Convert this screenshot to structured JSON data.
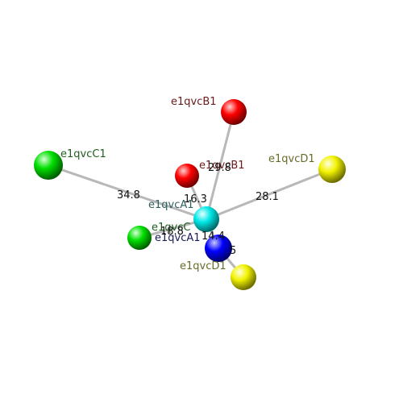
{
  "viewer": {
    "atoms": [
      {
        "key": "cyanA1",
        "label": "e1qvcA1",
        "color": "#00e8e8",
        "label_color": "#2f5f5f"
      },
      {
        "key": "redB1_top",
        "label": "e1qvcB1",
        "color": "#ff0000",
        "label_color": "#6a1a1a"
      },
      {
        "key": "greenC1_left",
        "label": "e1qvcC1",
        "color": "#00e000",
        "label_color": "#1e5e1e"
      },
      {
        "key": "yellowD1_right",
        "label": "e1qvcD1",
        "color": "#f2f200",
        "label_color": "#6a6a2a"
      },
      {
        "key": "redB1_mid",
        "label": "e1qvcB1",
        "color": "#ff0000",
        "label_color": "#6a1a1a"
      },
      {
        "key": "greenC_mid",
        "label": "e1qvcC",
        "color": "#00e000",
        "label_color": "#1e5e1e"
      },
      {
        "key": "blueA1",
        "label": "e1qvcA1",
        "color": "#0000ff",
        "label_color": "#1a1a5a"
      },
      {
        "key": "yellowD1_bottom",
        "label": "e1qvcD1",
        "color": "#f2f200",
        "label_color": "#6a6a2a"
      }
    ],
    "distances": [
      {
        "key": "d_top",
        "text": "29.8"
      },
      {
        "key": "d_left",
        "text": "34.8"
      },
      {
        "key": "d_right",
        "text": "28.1"
      },
      {
        "key": "d_midred",
        "text": "16.3"
      },
      {
        "key": "d_midgreen",
        "text": "18.8"
      },
      {
        "key": "d_blue",
        "text": "14.4"
      },
      {
        "key": "d_bottom",
        "text": "5"
      }
    ]
  }
}
